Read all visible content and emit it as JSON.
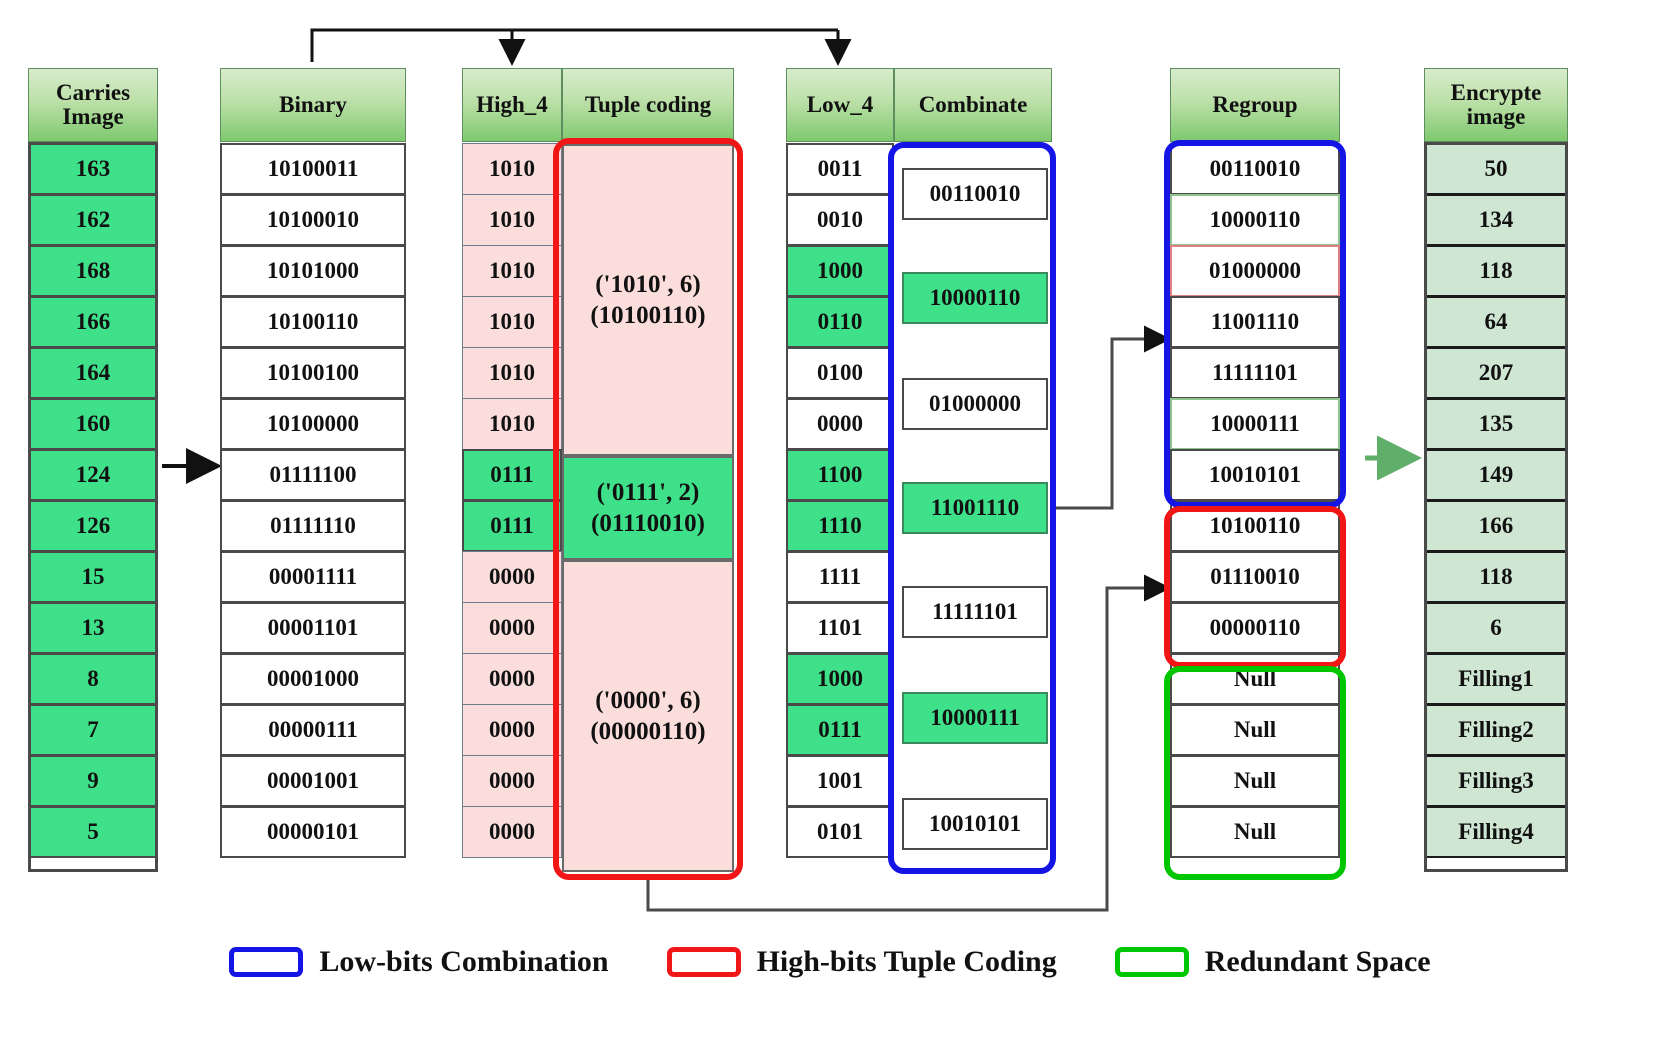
{
  "columns": {
    "carries": {
      "header": "Carries Image",
      "values": [
        "163",
        "162",
        "168",
        "166",
        "164",
        "160",
        "124",
        "126",
        "15",
        "13",
        "8",
        "7",
        "9",
        "5"
      ]
    },
    "binary": {
      "header": "Binary",
      "values": [
        "10100011",
        "10100010",
        "10101000",
        "10100110",
        "10100100",
        "10100000",
        "01111100",
        "01111110",
        "00001111",
        "00001101",
        "00001000",
        "00000111",
        "00001001",
        "00000101"
      ]
    },
    "high4": {
      "header": "High_4",
      "values": [
        "1010",
        "1010",
        "1010",
        "1010",
        "1010",
        "1010",
        "0111",
        "0111",
        "0000",
        "0000",
        "0000",
        "0000",
        "0000",
        "0000"
      ],
      "highlighted_rows": [
        6,
        7
      ]
    },
    "tuple_coding": {
      "header": "Tuple coding",
      "groups": [
        {
          "text": "('1010', 6)\n(10100110)",
          "rows": 6,
          "style": "pink"
        },
        {
          "text": "('0111', 2)\n(01110010)",
          "rows": 2,
          "style": "greenfill"
        },
        {
          "text": "('0000', 6)\n(00000110)",
          "rows": 6,
          "style": "pink"
        }
      ]
    },
    "low4": {
      "header": "Low_4",
      "values": [
        "0011",
        "0010",
        "1000",
        "0110",
        "0100",
        "0000",
        "1100",
        "1110",
        "1111",
        "1101",
        "1000",
        "0111",
        "1001",
        "0101"
      ],
      "highlighted_rows": [
        2,
        3,
        6,
        7,
        10,
        11
      ]
    },
    "combinate": {
      "header": "Combinate",
      "groups": [
        {
          "text": "00110010",
          "style": "plain"
        },
        {
          "text": "10000110",
          "style": "green"
        },
        {
          "text": "01000000",
          "style": "plain"
        },
        {
          "text": "11001110",
          "style": "green"
        },
        {
          "text": "11111101",
          "style": "plain"
        },
        {
          "text": "10000111",
          "style": "green"
        },
        {
          "text": "10010101",
          "style": "plain"
        }
      ]
    },
    "regroup": {
      "header": "Regroup",
      "values": [
        "00110010",
        "10000110",
        "01000000",
        "11001110",
        "11111101",
        "10000111",
        "10010101",
        "10100110",
        "01110010",
        "00000110",
        "Null",
        "Null",
        "Null",
        "Null"
      ],
      "group_outlines": [
        {
          "label": "Low-bits Combination",
          "color": "#1414e6",
          "from": 0,
          "to": 6
        },
        {
          "label": "High-bits Tuple Coding",
          "color": "#f01616",
          "from": 7,
          "to": 9
        },
        {
          "label": "Redundant Space",
          "color": "#00c600",
          "from": 10,
          "to": 13
        }
      ]
    },
    "encrypted": {
      "header": "Encrypte image",
      "values": [
        "50",
        "134",
        "118",
        "64",
        "207",
        "135",
        "149",
        "166",
        "118",
        "6",
        "Filling1",
        "Filling2",
        "Filling3",
        "Filling4"
      ]
    }
  },
  "legend": [
    {
      "label": "Low-bits Combination",
      "color": "#1414e6",
      "swatch": "blue"
    },
    {
      "label": "High-bits Tuple Coding",
      "color": "#f01616",
      "swatch": "red"
    },
    {
      "label": "Redundant Space",
      "color": "#00c600",
      "swatch": "green"
    }
  ],
  "colors": {
    "header_green": "#7ec96f",
    "cell_green": "#3ee08a",
    "cell_pink": "#fbdedc",
    "cell_pale_green": "#cfe6d3",
    "blue_outline": "#1414e6",
    "red_outline": "#f01616",
    "green_outline": "#00c600",
    "green_arrow": "#5fae6a"
  }
}
